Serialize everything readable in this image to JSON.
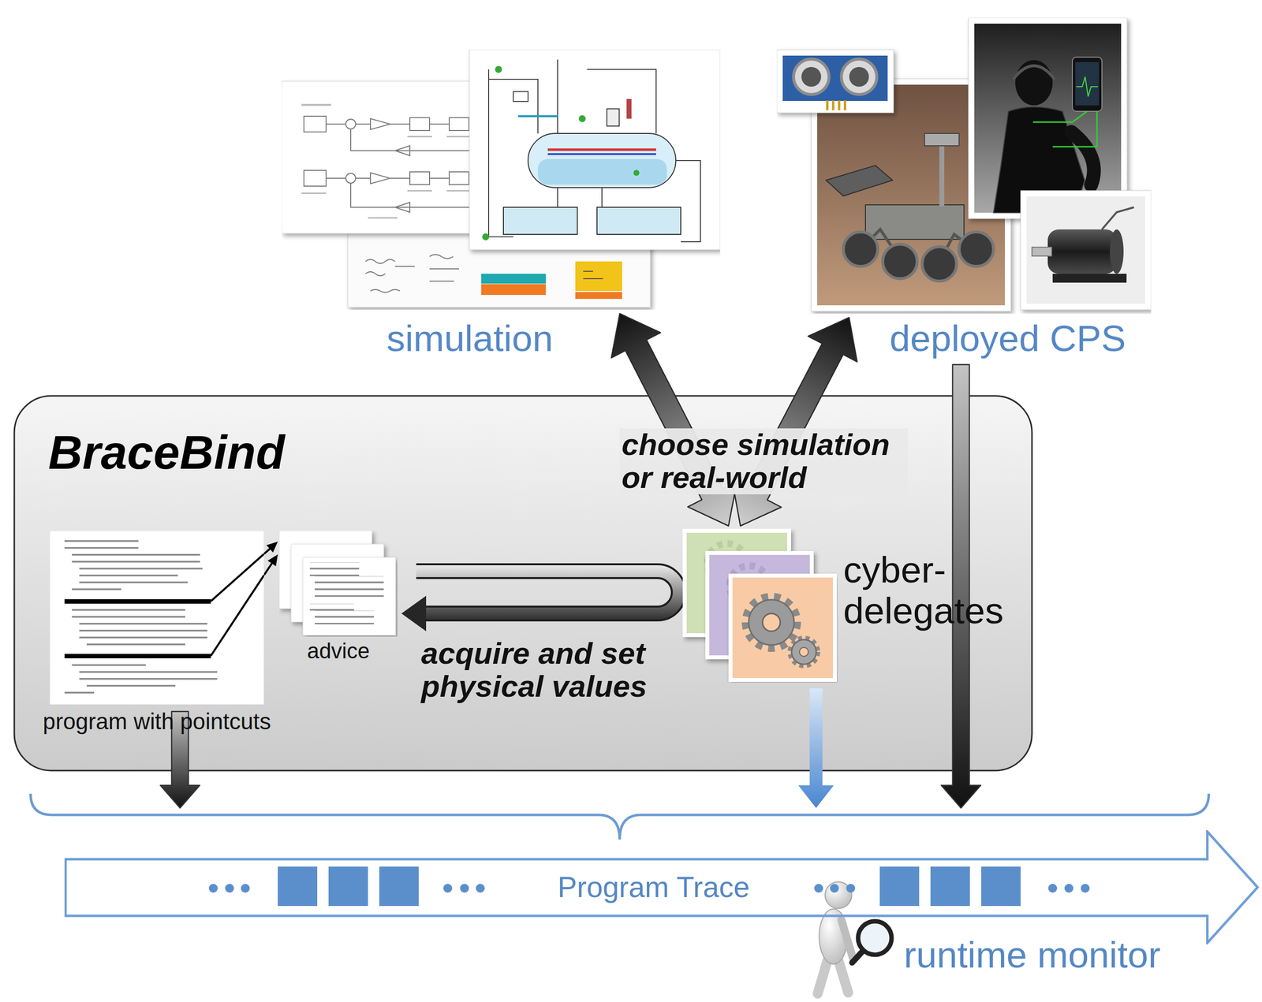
{
  "diagram": {
    "nodes": [
      {
        "text": [
          "simulation"
        ]
      },
      {
        "text": [
          "deployed CPS"
        ]
      },
      {
        "text": [
          "BraceBind"
        ]
      },
      {
        "text": [
          "program with pointcuts"
        ],
        "in": 2
      },
      {
        "text": [
          "advice"
        ],
        "in": 2
      },
      {
        "text": [
          "cyber-delegates"
        ],
        "in": 2
      },
      {
        "text": [
          "Program Trace"
        ]
      }
    ],
    "edges": [
      {
        "from": 0,
        "to": 5,
        "arrow": "both"
      },
      {
        "from": 1,
        "to": 5,
        "arrow": "both"
      },
      {
        "from": 5,
        "to": 4,
        "label": "acquire and set physical values",
        "arrow": "to"
      },
      {
        "from": 3,
        "to": 4,
        "arrow": "to"
      },
      {
        "from": 3,
        "to": 4,
        "arrow": "to"
      },
      {
        "from": 3,
        "to": 6,
        "arrow": "to"
      },
      {
        "from": 5,
        "to": 6,
        "arrow": "to"
      },
      {
        "from": 1,
        "to": 6,
        "arrow": "to"
      }
    ],
    "labels": [
      "choose simulation or real-world",
      "runtime monitor"
    ]
  }
}
